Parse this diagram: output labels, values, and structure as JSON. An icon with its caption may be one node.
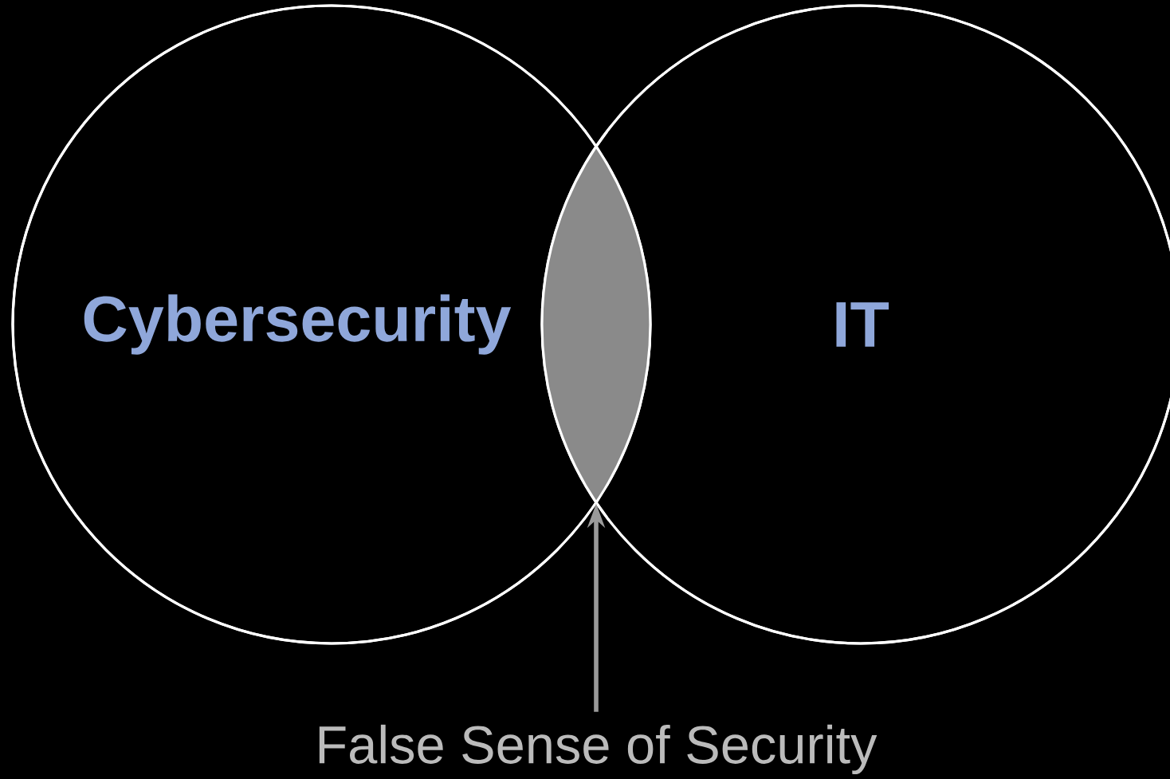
{
  "diagram": {
    "nodes": [
      {
        "text": [
          "Cybersecurity"
        ]
      },
      {
        "text": [
          "IT"
        ]
      },
      {
        "text": [],
        "shape": "lens"
      },
      {
        "text": [
          "False Sense of Security"
        ]
      }
    ],
    "edges": [
      {
        "from": 3,
        "to": 2,
        "arrow": "to"
      }
    ]
  }
}
